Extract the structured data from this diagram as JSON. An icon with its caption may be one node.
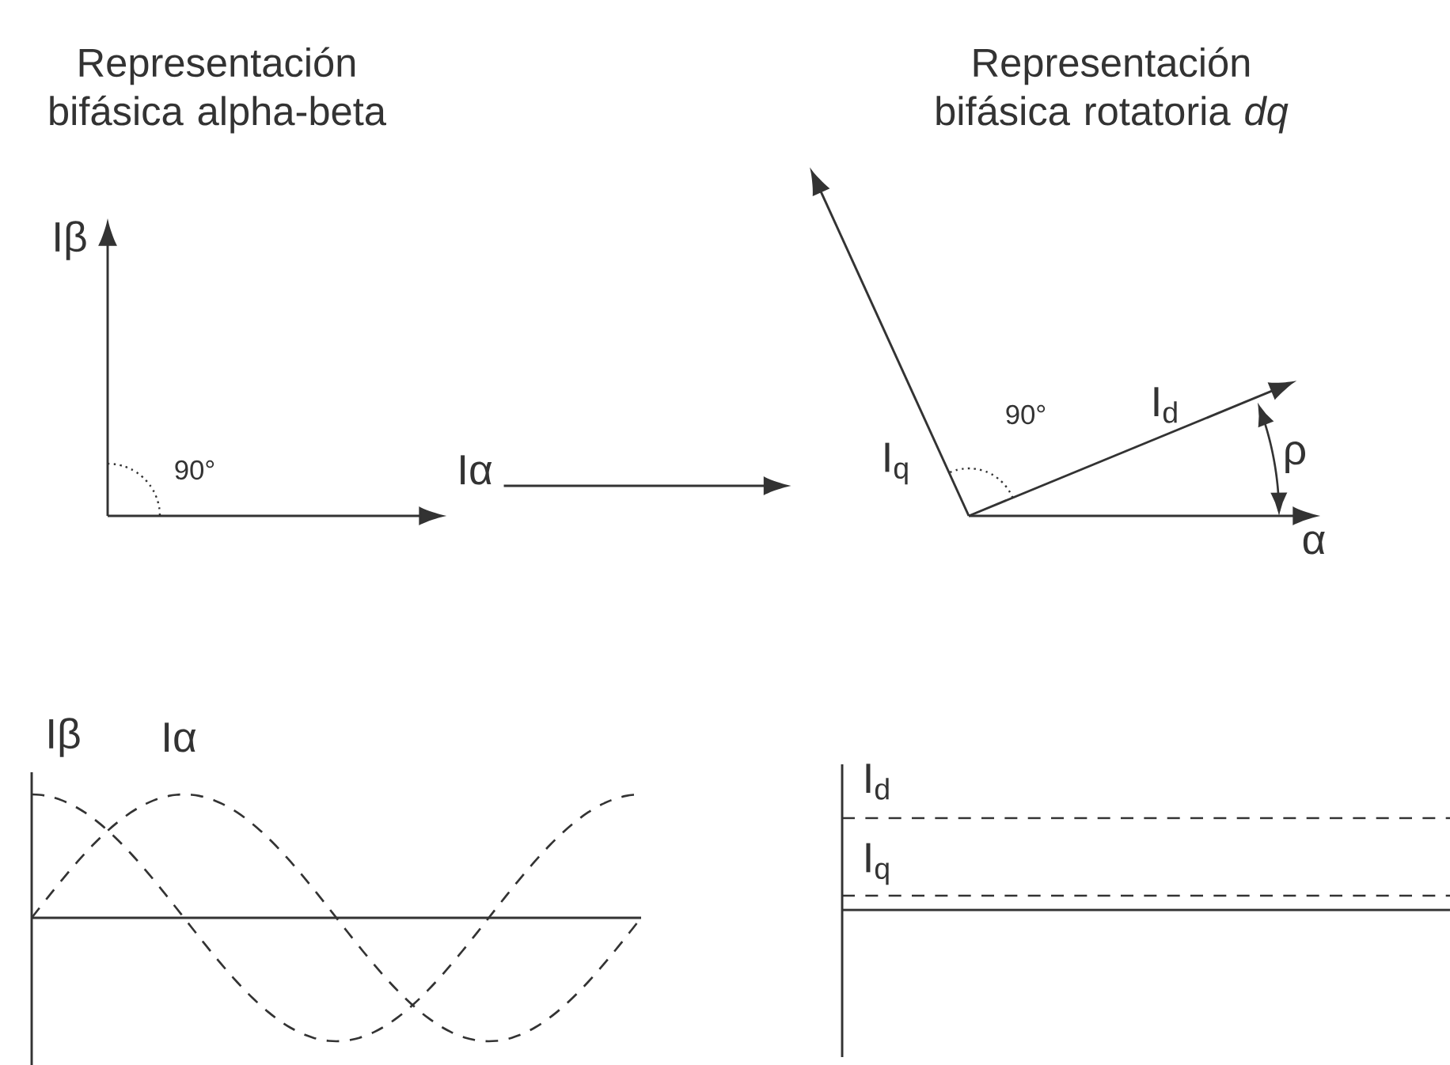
{
  "diagram": {
    "nodes": [
      {
        "text": [
          "Iβ",
          "90°",
          "Iα"
        ]
      },
      {
        "text": [
          "I$_{q}$",
          "90°",
          "I$_{d}$",
          "ρ",
          "α"
        ]
      }
    ],
    "edges": [
      {
        "from": 0,
        "to": 1,
        "arrow": "to"
      }
    ],
    "labels": [
      "Representación bifásica alpha-beta",
      "Representación bifásica rotatoria *dq*",
      "Iβ",
      "Iα",
      "I$_{d}$",
      "I$_{q}$"
    ]
  }
}
